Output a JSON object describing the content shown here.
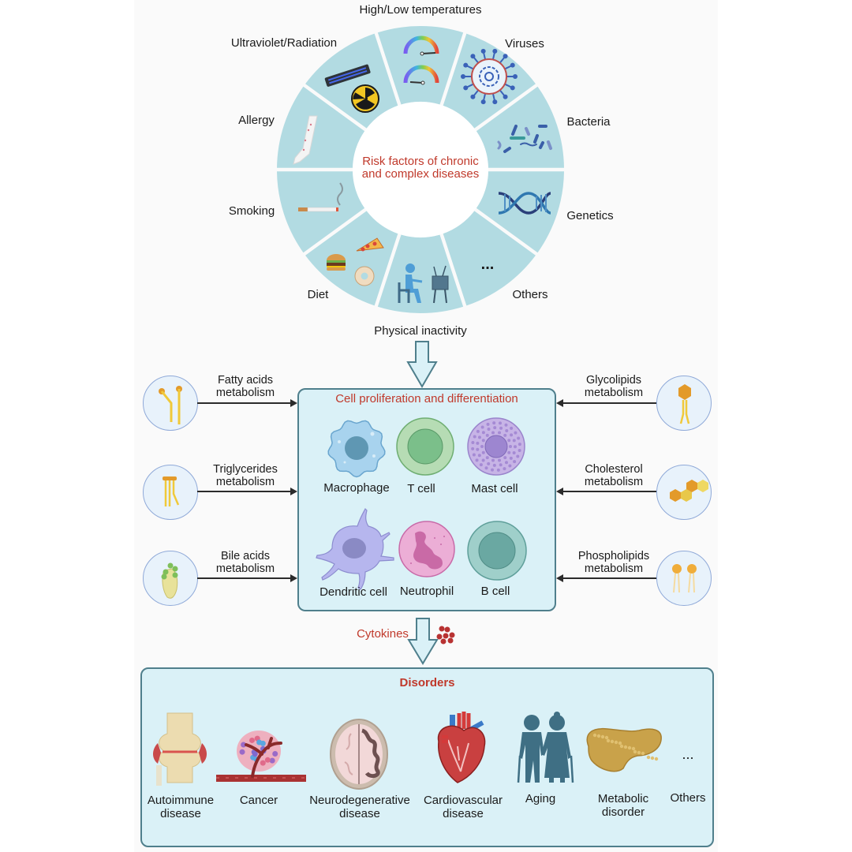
{
  "risk_factors": {
    "center_title_line1": "Risk factors of chronic",
    "center_title_line2": "and complex diseases",
    "segments": [
      {
        "label": "High/Low temperatures",
        "icon": "thermometer-gauge-icon"
      },
      {
        "label": "Viruses",
        "icon": "virus-icon"
      },
      {
        "label": "Bacteria",
        "icon": "bacteria-icon"
      },
      {
        "label": "Genetics",
        "icon": "dna-icon"
      },
      {
        "label": "Others",
        "icon": "ellipsis-icon"
      },
      {
        "label": "Physical inactivity",
        "icon": "person-watching-tv-icon"
      },
      {
        "label": "Diet",
        "icon": "fast-food-icon"
      },
      {
        "label": "Smoking",
        "icon": "cigarette-icon"
      },
      {
        "label": "Allergy",
        "icon": "rash-arm-icon"
      },
      {
        "label": "Ultraviolet/Radiation",
        "icon": "uv-lamp-radiation-icon"
      }
    ],
    "ellipsis": "..."
  },
  "cells": {
    "title": "Cell proliferation and differentiation",
    "items": [
      {
        "label": "Macrophage"
      },
      {
        "label": "T cell"
      },
      {
        "label": "Mast cell"
      },
      {
        "label": "Dendritic cell"
      },
      {
        "label": "Neutrophil"
      },
      {
        "label": "B cell"
      }
    ]
  },
  "metabolism": {
    "left": [
      {
        "line1": "Fatty acids",
        "line2": "metabolism",
        "icon": "fatty-acid-icon"
      },
      {
        "line1": "Triglycerides",
        "line2": "metabolism",
        "icon": "triglyceride-icon"
      },
      {
        "line1": "Bile acids",
        "line2": "metabolism",
        "icon": "bile-acid-icon"
      }
    ],
    "right": [
      {
        "line1": "Glycolipids",
        "line2": "metabolism",
        "icon": "glycolipid-icon"
      },
      {
        "line1": "Cholesterol",
        "line2": "metabolism",
        "icon": "cholesterol-icon"
      },
      {
        "line1": "Phospholipids",
        "line2": "metabolism",
        "icon": "phospholipid-icon"
      }
    ]
  },
  "cytokines_label": "Cytokines",
  "disorders": {
    "title": "Disorders",
    "items": [
      {
        "line1": "Autoimmune",
        "line2": "disease",
        "icon": "knee-joint-icon"
      },
      {
        "line1": "Cancer",
        "line2": "",
        "icon": "tumor-icon"
      },
      {
        "line1": "Neurodegenerative",
        "line2": "disease",
        "icon": "brain-icon"
      },
      {
        "line1": "Cardiovascular",
        "line2": "disease",
        "icon": "heart-icon"
      },
      {
        "line1": "Aging",
        "line2": "",
        "icon": "elderly-couple-icon"
      },
      {
        "line1": "Metabolic",
        "line2": "disorder",
        "icon": "liver-icon"
      },
      {
        "line1": "Others",
        "line2": "",
        "icon": "ellipsis-icon"
      }
    ],
    "ellipsis": "..."
  },
  "colors": {
    "ring_fill": "#b2dbe2",
    "accent_red": "#c0392b",
    "box_fill": "#daf1f7",
    "box_border": "#4f7f8c"
  }
}
